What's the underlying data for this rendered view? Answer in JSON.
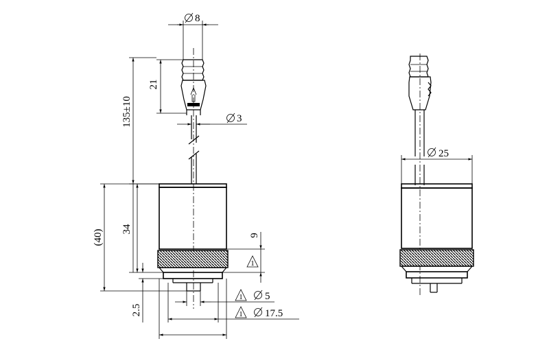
{
  "dimensions": {
    "d8": "8",
    "d3": "3",
    "len21": "21",
    "len135": "135±10",
    "len34": "34",
    "len40": "(40)",
    "len9": "9",
    "len2_5": "2.5",
    "d25": "25",
    "d5": "5",
    "d17_5": "17.5"
  },
  "note_flag": "1",
  "symbols": {
    "diameter": "diameter-symbol",
    "note": "triangle-note-icon"
  }
}
